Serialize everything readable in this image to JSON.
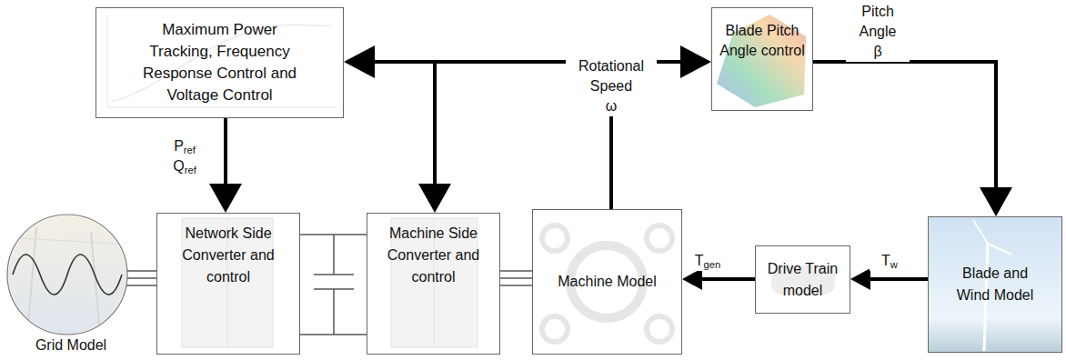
{
  "diagram": {
    "nodes": [
      {
        "text": [
          "Maximum Power Tracking, Frequency Response Control and Voltage Control"
        ]
      },
      {
        "text": [
          "Blade Pitch Angle control"
        ]
      },
      {
        "text": [
          "Grid Model"
        ]
      },
      {
        "text": [
          "Network Side Converter and control"
        ]
      },
      {
        "text": [
          "Machine Side Converter and control"
        ]
      },
      {
        "text": [
          "Machine Model"
        ]
      },
      {
        "text": [
          "Drive Train model"
        ]
      },
      {
        "text": [
          "Blade and Wind Model"
        ]
      }
    ],
    "edges": [
      {
        "from": 5,
        "to": 0,
        "arrow": "to",
        "label": "Rotational Speed ω"
      },
      {
        "from": 5,
        "to": 1,
        "arrow": "to"
      },
      {
        "from": 5,
        "to": 4,
        "arrow": "to"
      },
      {
        "from": 0,
        "to": 3,
        "arrow": "to",
        "label": "Pref Qref"
      },
      {
        "from": 1,
        "to": 7,
        "arrow": "to",
        "label": "Pitch Angle β"
      },
      {
        "from": 7,
        "to": 6,
        "arrow": "to",
        "label": "Tw"
      },
      {
        "from": 6,
        "to": 5,
        "arrow": "to",
        "label": "Tgen"
      },
      {
        "from": 2,
        "to": 3,
        "arrow": "none"
      },
      {
        "from": 3,
        "to": 4,
        "arrow": "none"
      },
      {
        "from": 4,
        "to": 5,
        "arrow": "none"
      }
    ]
  }
}
